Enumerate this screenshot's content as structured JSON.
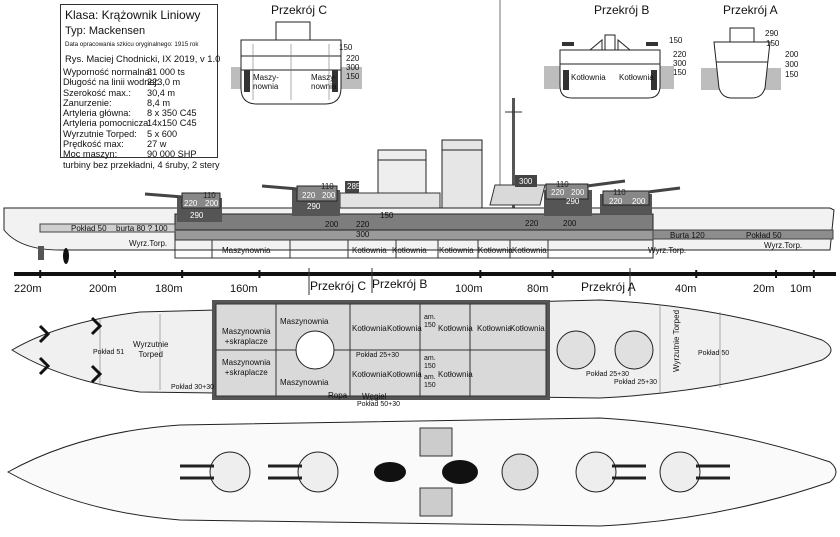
{
  "info": {
    "class_line": "Klasa: Krążownik Liniowy",
    "type_line": "Typ: Mackensen",
    "sketch_date": "Data opracowania szkicu oryginalnego: 1915 rok",
    "author": "Rys. Maciej Chodnicki, IX 2019, v 1.0",
    "specs": [
      {
        "k": "Wyporność normalna:",
        "v": "31 000 ts"
      },
      {
        "k": "Długość na linii wodnej:",
        "v": "223,0 m"
      },
      {
        "k": "Szerokość max.:",
        "v": "30,4 m"
      },
      {
        "k": "Zanurzenie:",
        "v": "8,4 m"
      },
      {
        "k": "Artyleria główna:",
        "v": "8 x 350 C45"
      },
      {
        "k": "Artyleria pomocnicza:",
        "v": "14x150 C45"
      },
      {
        "k": "Wyrzutnie Torped:",
        "v": "5 x 600"
      },
      {
        "k": "Prędkość max:",
        "v": "27 w"
      },
      {
        "k": "Moc maszyn:",
        "v": "90 000 SHP"
      }
    ],
    "turbines": "turbiny bez przekładni, 4 śruby, 2 stery"
  },
  "sections": {
    "c": {
      "title": "Przekrój C",
      "thick": [
        "150",
        "220",
        "300",
        "150"
      ],
      "left_room": [
        "Maszy-",
        "nownia"
      ],
      "right_room": [
        "Maszy-",
        "nownia"
      ]
    },
    "b": {
      "title": "Przekrój B",
      "thick": [
        "150",
        "220",
        "300",
        "150"
      ],
      "rooms": [
        "Kotłownia",
        "Kotłownia"
      ]
    },
    "a": {
      "title": "Przekrój A",
      "thick": [
        "290",
        "150",
        "200",
        "300",
        "150"
      ]
    }
  },
  "profile": {
    "turret_labels": [
      {
        "id": "t1",
        "a": "110",
        "b": "220",
        "c": "200",
        "d": "290"
      },
      {
        "id": "t2",
        "a": "110",
        "b": "220",
        "c": "200",
        "d": "290"
      },
      {
        "id": "t3",
        "a": "110",
        "b": "220",
        "c": "200",
        "d": "290"
      },
      {
        "id": "t4",
        "a": "110",
        "b": "220",
        "c": "200"
      }
    ],
    "labels": {
      "funnel_285": "285",
      "funnel_300": "300",
      "casemate_150": "150",
      "belt_200": "200",
      "belt_220": "220",
      "belt_300": "300",
      "belt_220r": "220",
      "belt_200r": "200",
      "deck_50": "Pokład 50",
      "belt_80": "burta 80 ? 100",
      "belt_120": "Burta 120",
      "deck_50r": "Pokład 50",
      "torp_l": "Wyrz.Torp.",
      "torp_r": "Wyrz.Torp.",
      "torp_rr": "Wyrz.Torp.",
      "engine": "Maszynownia",
      "boiler1": "Kotłownia",
      "boiler2": "Kotłownia",
      "boiler3": "Kotłownia",
      "boiler4": "Kotłownia",
      "boiler5": "Kotłownia"
    }
  },
  "scale": {
    "ticks": [
      {
        "label": "220m",
        "pos": 0.03
      },
      {
        "label": "200m",
        "pos": 0.119
      },
      {
        "label": "180m",
        "pos": 0.199
      },
      {
        "label": "160m",
        "pos": 0.291
      },
      {
        "label": "Przekrój C",
        "pos": 0.405
      },
      {
        "label": "Przekrój B",
        "pos": 0.47
      },
      {
        "label": "100m",
        "pos": 0.554
      },
      {
        "label": "80m",
        "pos": 0.64
      },
      {
        "label": "Przekrój A",
        "pos": 0.725
      },
      {
        "label": "40m",
        "pos": 0.811
      },
      {
        "label": "20m",
        "pos": 0.906
      },
      {
        "label": "10m",
        "pos": 0.951
      }
    ]
  },
  "plan": {
    "labels": {
      "torped_l": [
        "Wyrzutnie",
        "Torped"
      ],
      "deck51": "Pokład 51",
      "maszyn1": [
        "Maszynownia",
        "+skraplacze"
      ],
      "maszyn2": [
        "Maszynownia",
        "+skraplacze"
      ],
      "maszyn3": "Maszynownia",
      "maszyn4": "Maszynownia",
      "kot1": "Kotłownia",
      "kot2": "Kotłownia",
      "kot3": "Kotłownia",
      "kot4": "Kotłownia",
      "kot5": "Kotłownia",
      "kot6": "Kotłownia",
      "kot7": "Kotłownia",
      "kot8": "Kotłownia",
      "am1": [
        "am.",
        "150"
      ],
      "am2": [
        "am.",
        "150"
      ],
      "am3": [
        "am.",
        "150"
      ],
      "deck2530a": "Pokład 25+30",
      "deck2530b": "Pokład 25+30",
      "deck2530c": "Pokład 25+30",
      "deck3030": "Pokład 30+30",
      "deck5030": "Pokład 50+30",
      "ropa": "Ropa",
      "wegiel": "Węgiel",
      "torped_r": "Wyrzutnie Torped",
      "deck50": "Pokład 50"
    }
  }
}
